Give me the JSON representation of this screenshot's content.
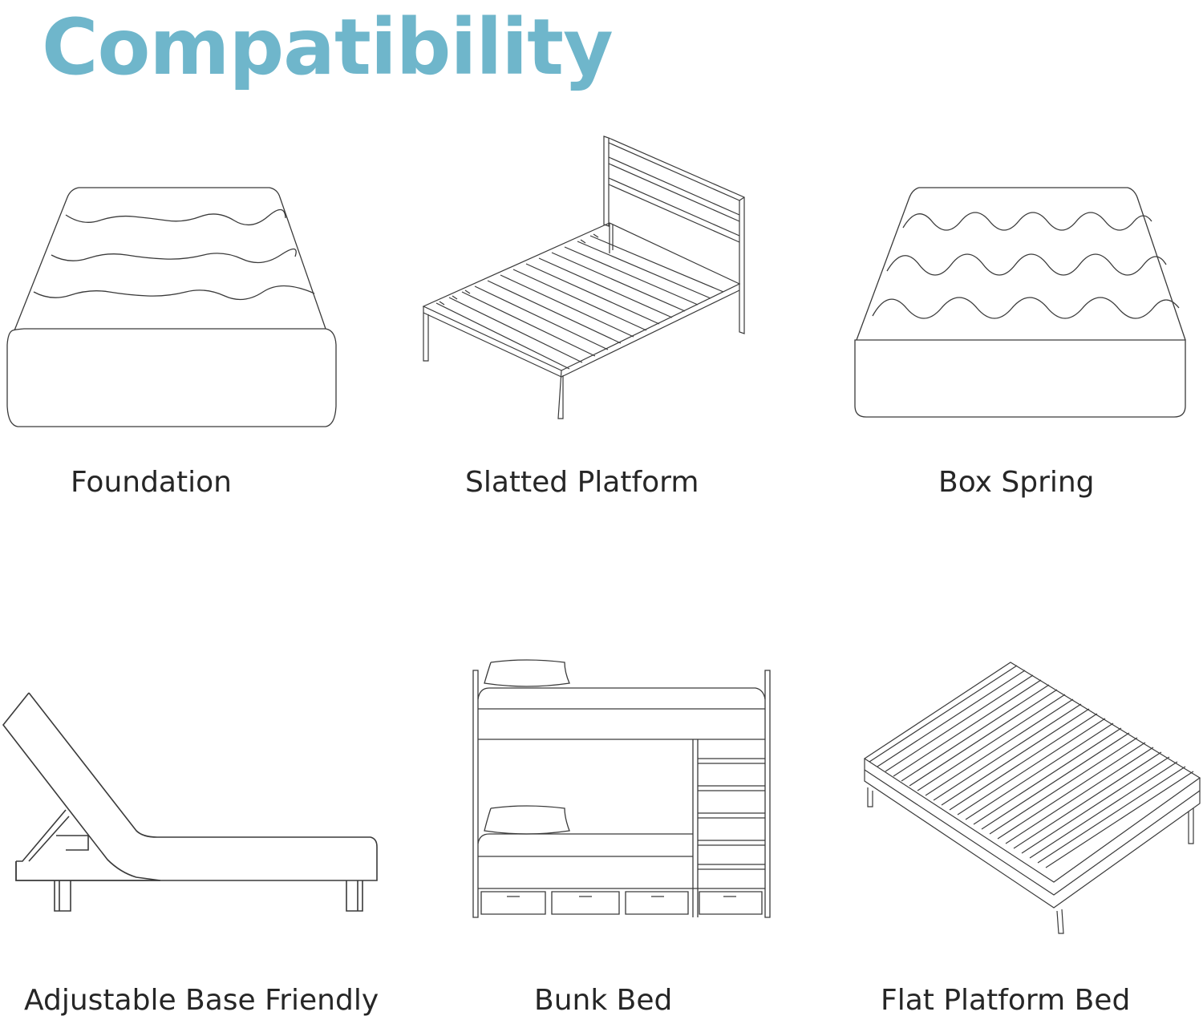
{
  "title": "Compatibility",
  "colors": {
    "title": "#6fb6cb",
    "line": "#3a3a3a",
    "label": "#262626"
  },
  "items": [
    {
      "label": "Foundation",
      "icon": "foundation-mattress-icon"
    },
    {
      "label": "Slatted Platform",
      "icon": "slatted-platform-bed-icon"
    },
    {
      "label": "Box Spring",
      "icon": "box-spring-icon"
    },
    {
      "label": "Adjustable Base Friendly",
      "icon": "adjustable-base-icon"
    },
    {
      "label": "Bunk Bed",
      "icon": "bunk-bed-icon"
    },
    {
      "label": "Flat Platform Bed",
      "icon": "flat-platform-bed-icon"
    }
  ]
}
